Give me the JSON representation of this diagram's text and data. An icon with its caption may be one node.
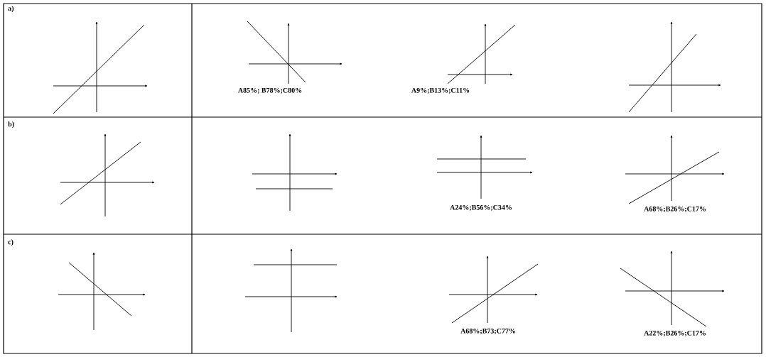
{
  "diagram": {
    "labels": [
      "a)",
      "A85%; B78%;C80%",
      "A9%;B13%;C11%",
      "b)",
      "A24%;B56%;C34%",
      "A68%;B26%;C17%",
      "c)",
      "A68%;B73;C77%",
      "A22%;B26%;C17%"
    ]
  }
}
